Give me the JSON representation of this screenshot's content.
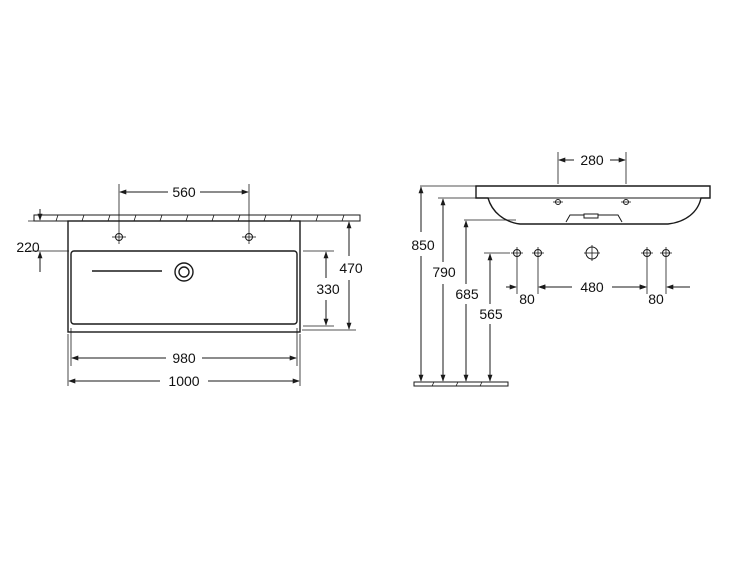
{
  "front_view": {
    "dims": {
      "holes_spacing": "560",
      "wall_to_basin_top": "220",
      "depth_total": "470",
      "basin_depth": "330",
      "inner_width": "980",
      "overall_width": "1000"
    }
  },
  "side_view": {
    "dims": {
      "overflow_spacing": "280",
      "height_850": "850",
      "height_790": "790",
      "height_685": "685",
      "height_565": "565",
      "left_offset": "80",
      "tap_spacing": "480",
      "right_offset": "80"
    }
  },
  "colors": {
    "line": "#1a1a1a",
    "background": "#ffffff"
  }
}
